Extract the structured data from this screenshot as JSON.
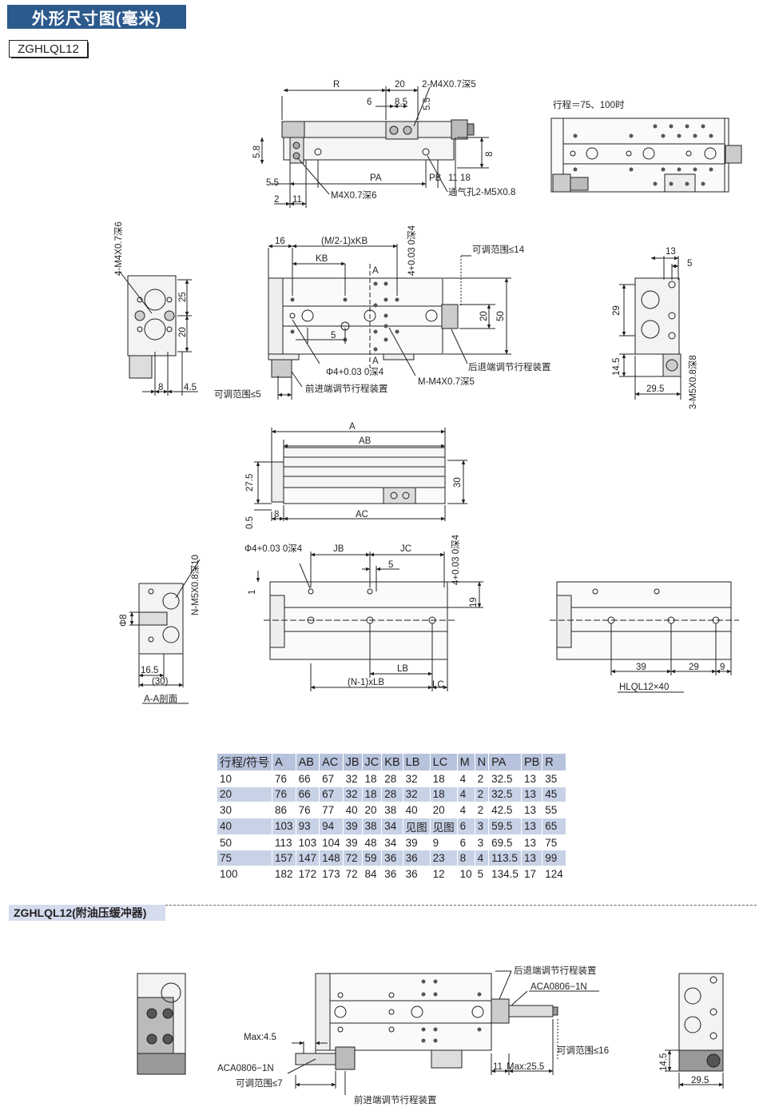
{
  "header": {
    "title": "外形尺寸图(毫米)",
    "model": "ZGHLQL12"
  },
  "top_view": {
    "dim_R": "R",
    "dim_20": "20",
    "dim_2M4": "2-M4X0.7深5",
    "dim_6": "6",
    "dim_8_5": "8.5",
    "dim_5_5v": "5.5",
    "dim_5_8": "5.8",
    "dim_8r": "8",
    "dim_PA": "PA",
    "dim_PB": "PB",
    "dim_11": "11",
    "dim_18": "18",
    "dim_5_5": "5.5",
    "dim_2": "2",
    "dim_11b": "11",
    "label_M4": "M4X0.7深6",
    "label_vent": "通气孔2-M5X0.8"
  },
  "stroke_view": {
    "note": "行程＝75、100时"
  },
  "left_end_view": {
    "label_4M4": "4-M4X0.7深6",
    "dim_25": "25",
    "dim_20": "20",
    "dim_8": "8",
    "dim_4_5": "4.5"
  },
  "main_view": {
    "dim_16": "16",
    "dim_M2KB": "(M/2-1)xKB",
    "dim_KB": "KB",
    "label_A_top": "A",
    "label_A_bot": "A",
    "dim_4tol": "4+0.03 0深4",
    "label_adj14": "可调范围≤14",
    "dim_20": "20",
    "dim_50": "50",
    "dim_5": "5",
    "label_phi4": "Φ4+0.03 0深4",
    "label_MM4": "M-M4X0.7深5",
    "label_rear_adj": "后退端调节行程装置",
    "label_front_adj": "前进端调节行程装置",
    "label_adj5": "可调范围≤5"
  },
  "right_end_view": {
    "dim_13": "13",
    "dim_5": "5",
    "dim_29": "29",
    "dim_14_5": "14.5",
    "dim_29_5": "29.5",
    "label_3M5": "3-M5X0.8深8"
  },
  "side_view": {
    "dim_A": "A",
    "dim_AB": "AB",
    "dim_27_5": "27.5",
    "dim_30": "30",
    "dim_0_5": "0.5",
    "dim_8": "8",
    "dim_AC": "AC"
  },
  "section_view": {
    "label_NM5": "N-M5X0.8深10",
    "dim_phi8": "Φ8",
    "dim_16_5": "16.5",
    "dim_30": "(30)",
    "label_section": "A-A剖面"
  },
  "bottom_view": {
    "label_phi4": "Φ4+0.03 0深4",
    "dim_JB": "JB",
    "dim_JC": "JC",
    "dim_5": "5",
    "dim_4tol": "4+0.03 0深4",
    "dim_1": "1",
    "dim_19": "19",
    "dim_LB": "LB",
    "dim_NLB": "(N-1)xLB",
    "dim_LC": "LC"
  },
  "hlql_view": {
    "dim_39": "39",
    "dim_29": "29",
    "dim_9": "9",
    "label": "HLQL12×40"
  },
  "spec_table": {
    "columns": [
      "行程/符号",
      "A",
      "AB",
      "AC",
      "JB",
      "JC",
      "KB",
      "LB",
      "LC",
      "M",
      "N",
      "PA",
      "PB",
      "R"
    ],
    "rows": [
      [
        "10",
        "76",
        "66",
        "67",
        "32",
        "18",
        "28",
        "32",
        "18",
        "4",
        "2",
        "32.5",
        "13",
        "35"
      ],
      [
        "20",
        "76",
        "66",
        "67",
        "32",
        "18",
        "28",
        "32",
        "18",
        "4",
        "2",
        "32.5",
        "13",
        "45"
      ],
      [
        "30",
        "86",
        "76",
        "77",
        "40",
        "20",
        "38",
        "40",
        "20",
        "4",
        "2",
        "42.5",
        "13",
        "55"
      ],
      [
        "40",
        "103",
        "93",
        "94",
        "39",
        "38",
        "34",
        "见图",
        "见图",
        "6",
        "3",
        "59.5",
        "13",
        "65"
      ],
      [
        "50",
        "113",
        "103",
        "104",
        "39",
        "48",
        "34",
        "39",
        "9",
        "6",
        "3",
        "69.5",
        "13",
        "75"
      ],
      [
        "75",
        "157",
        "147",
        "148",
        "72",
        "59",
        "36",
        "36",
        "23",
        "8",
        "4",
        "113.5",
        "13",
        "99"
      ],
      [
        "100",
        "182",
        "172",
        "173",
        "72",
        "84",
        "36",
        "36",
        "12",
        "10",
        "5",
        "134.5",
        "17",
        "124"
      ]
    ]
  },
  "section2": {
    "title": "ZGHLQL12(附油压缓冲器)",
    "label_rear_adj": "后退端调节行程装置",
    "label_aca_top": "ACA0806−1N",
    "label_max45": "Max:4.5",
    "label_aca_bot": "ACA0806−1N",
    "label_adj7": "可调范围≤7",
    "label_adj16": "可调范围≤16",
    "label_11": "11",
    "label_max255": "Max:25.5",
    "label_front_adj": "前进端调节行程装置",
    "dim_14_5": "14.5",
    "dim_29_5": "29.5"
  }
}
